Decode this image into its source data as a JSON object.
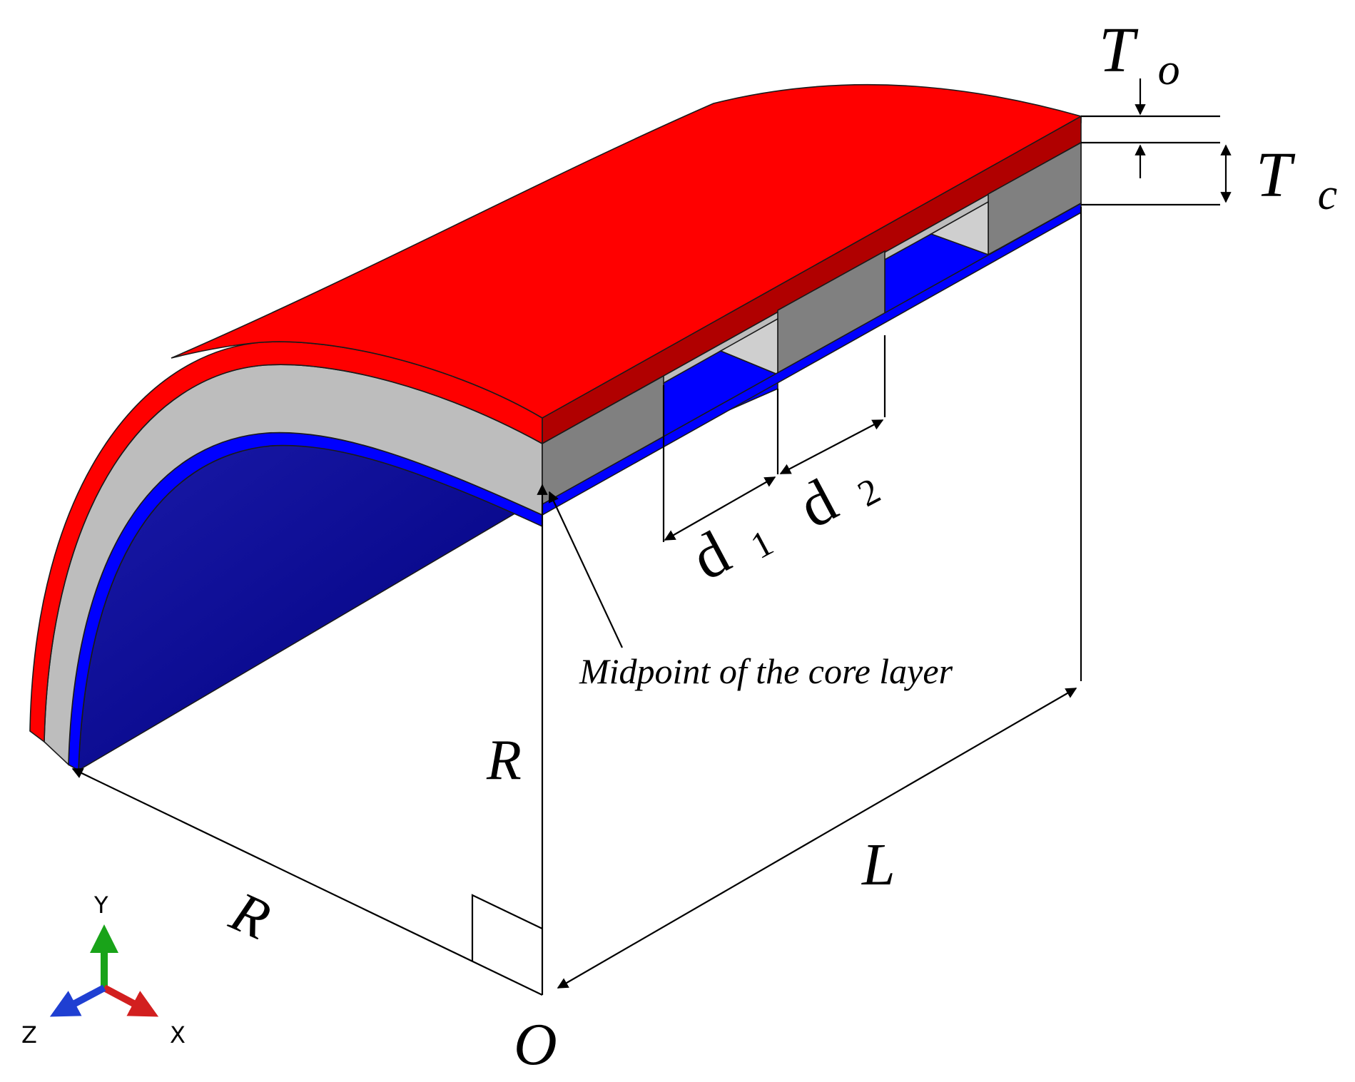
{
  "labels": {
    "t_outer": {
      "main": "T",
      "sub": "o"
    },
    "t_core": {
      "main": "T",
      "sub": "c"
    },
    "d1": {
      "main": "d",
      "sub": "1"
    },
    "d2": {
      "main": "d",
      "sub": "2"
    },
    "r_vertical": "R",
    "r_horizontal": "R",
    "length": "L",
    "origin": "O",
    "annotation": "Midpoint of the core layer"
  },
  "axes_triad": {
    "x": "X",
    "y": "Y",
    "z": "Z"
  },
  "colors": {
    "outer_layer": "#ff0000",
    "outer_layer_side": "#b00000",
    "core_layer_light": "#bdbdbd",
    "core_layer_dark": "#808080",
    "inner_layer": "#0000ff",
    "inner_layer_dark": "#000090",
    "axis_x": "#d21f1f",
    "axis_y": "#19a319",
    "axis_z": "#1f3fd2"
  }
}
